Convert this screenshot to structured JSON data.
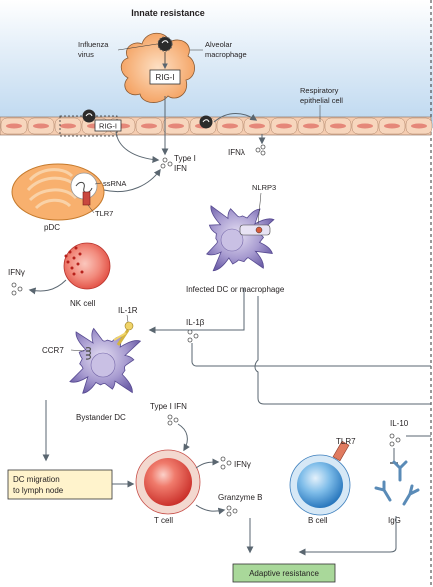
{
  "title": "Innate resistance",
  "labels": {
    "influenza_virus": [
      "Influenza",
      "virus"
    ],
    "alveolar_macrophage": [
      "Alveolar",
      "macrophage"
    ],
    "rig_i": "RIG-I",
    "rig_i_epithelial": "RIG-I",
    "respiratory_epithelial_cell": [
      "Respiratory",
      "epithelial cell"
    ],
    "type_i_ifn": [
      "Type I",
      "IFN"
    ],
    "ifn_lambda": "IFNλ",
    "ssrna": "ssRNA",
    "tlr7_pdc": "TLR7",
    "pdc": "pDC",
    "nlrp3": "NLRP3",
    "infected_dc": "Infected DC or macrophage",
    "ifn_gamma_nk": "IFNγ",
    "nk_cell": "NK cell",
    "il_1r": "IL-1R",
    "il_1b": "IL-1β",
    "ccr7": "CCR7",
    "bystander_dc": "Bystander DC",
    "type_i_ifn_t": "Type I IFN",
    "ifn_gamma_t": "IFNγ",
    "dc_migration": [
      "DC migration",
      "to lymph node"
    ],
    "t_cell": "T cell",
    "granzyme_b": "Granzyme B",
    "tlr7_b": "TLR7",
    "il_10": "IL-10",
    "b_cell": "B cell",
    "igg": "IgG",
    "adaptive_resistance": "Adaptive resistance"
  },
  "colors": {
    "sky_gradient_top": "#bcd7ef",
    "macrophage_orange": "#f6a867",
    "epithelial_fill": "#f5cdb1",
    "epithelial_nucleus": "#e58779",
    "pdc_orange": "#f8b06e",
    "dc_purple": "#8d7fbd",
    "nk_red": "#e2473f",
    "t_cell_red": "#d9342f",
    "b_cell_blue": "#3a8fd5",
    "antibody_blue": "#5a8bb7",
    "migration_box": "#fff3cc",
    "adaptive_box": "#a9d89a",
    "arrow_gray": "#5a6670"
  }
}
